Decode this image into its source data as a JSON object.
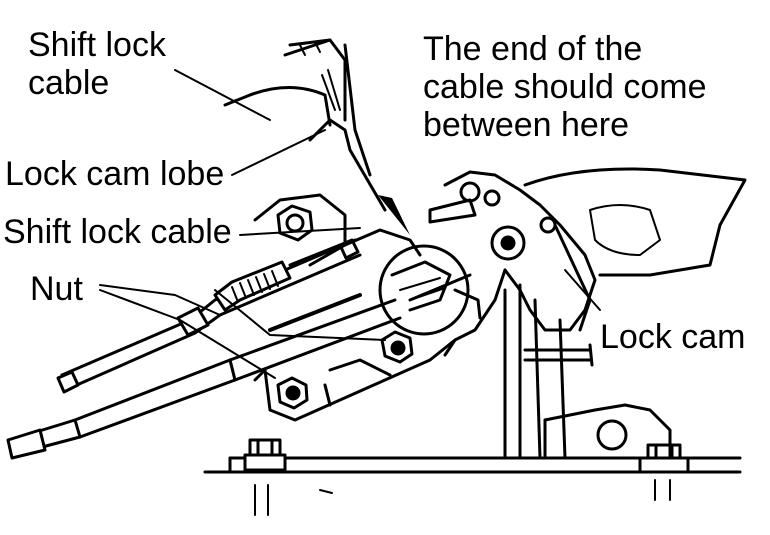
{
  "labels": {
    "shift_lock_cable_top": [
      "Shift lock",
      "cable"
    ],
    "end_of_cable_note": [
      "The end of the",
      "cable should come",
      "between here"
    ],
    "lock_cam_lobe": "Lock cam lobe",
    "shift_lock_cable_mid": "Shift lock cable",
    "nut": "Nut",
    "lock_cam": "Lock cam"
  },
  "colors": {
    "line": "#000000",
    "background": "#ffffff"
  }
}
